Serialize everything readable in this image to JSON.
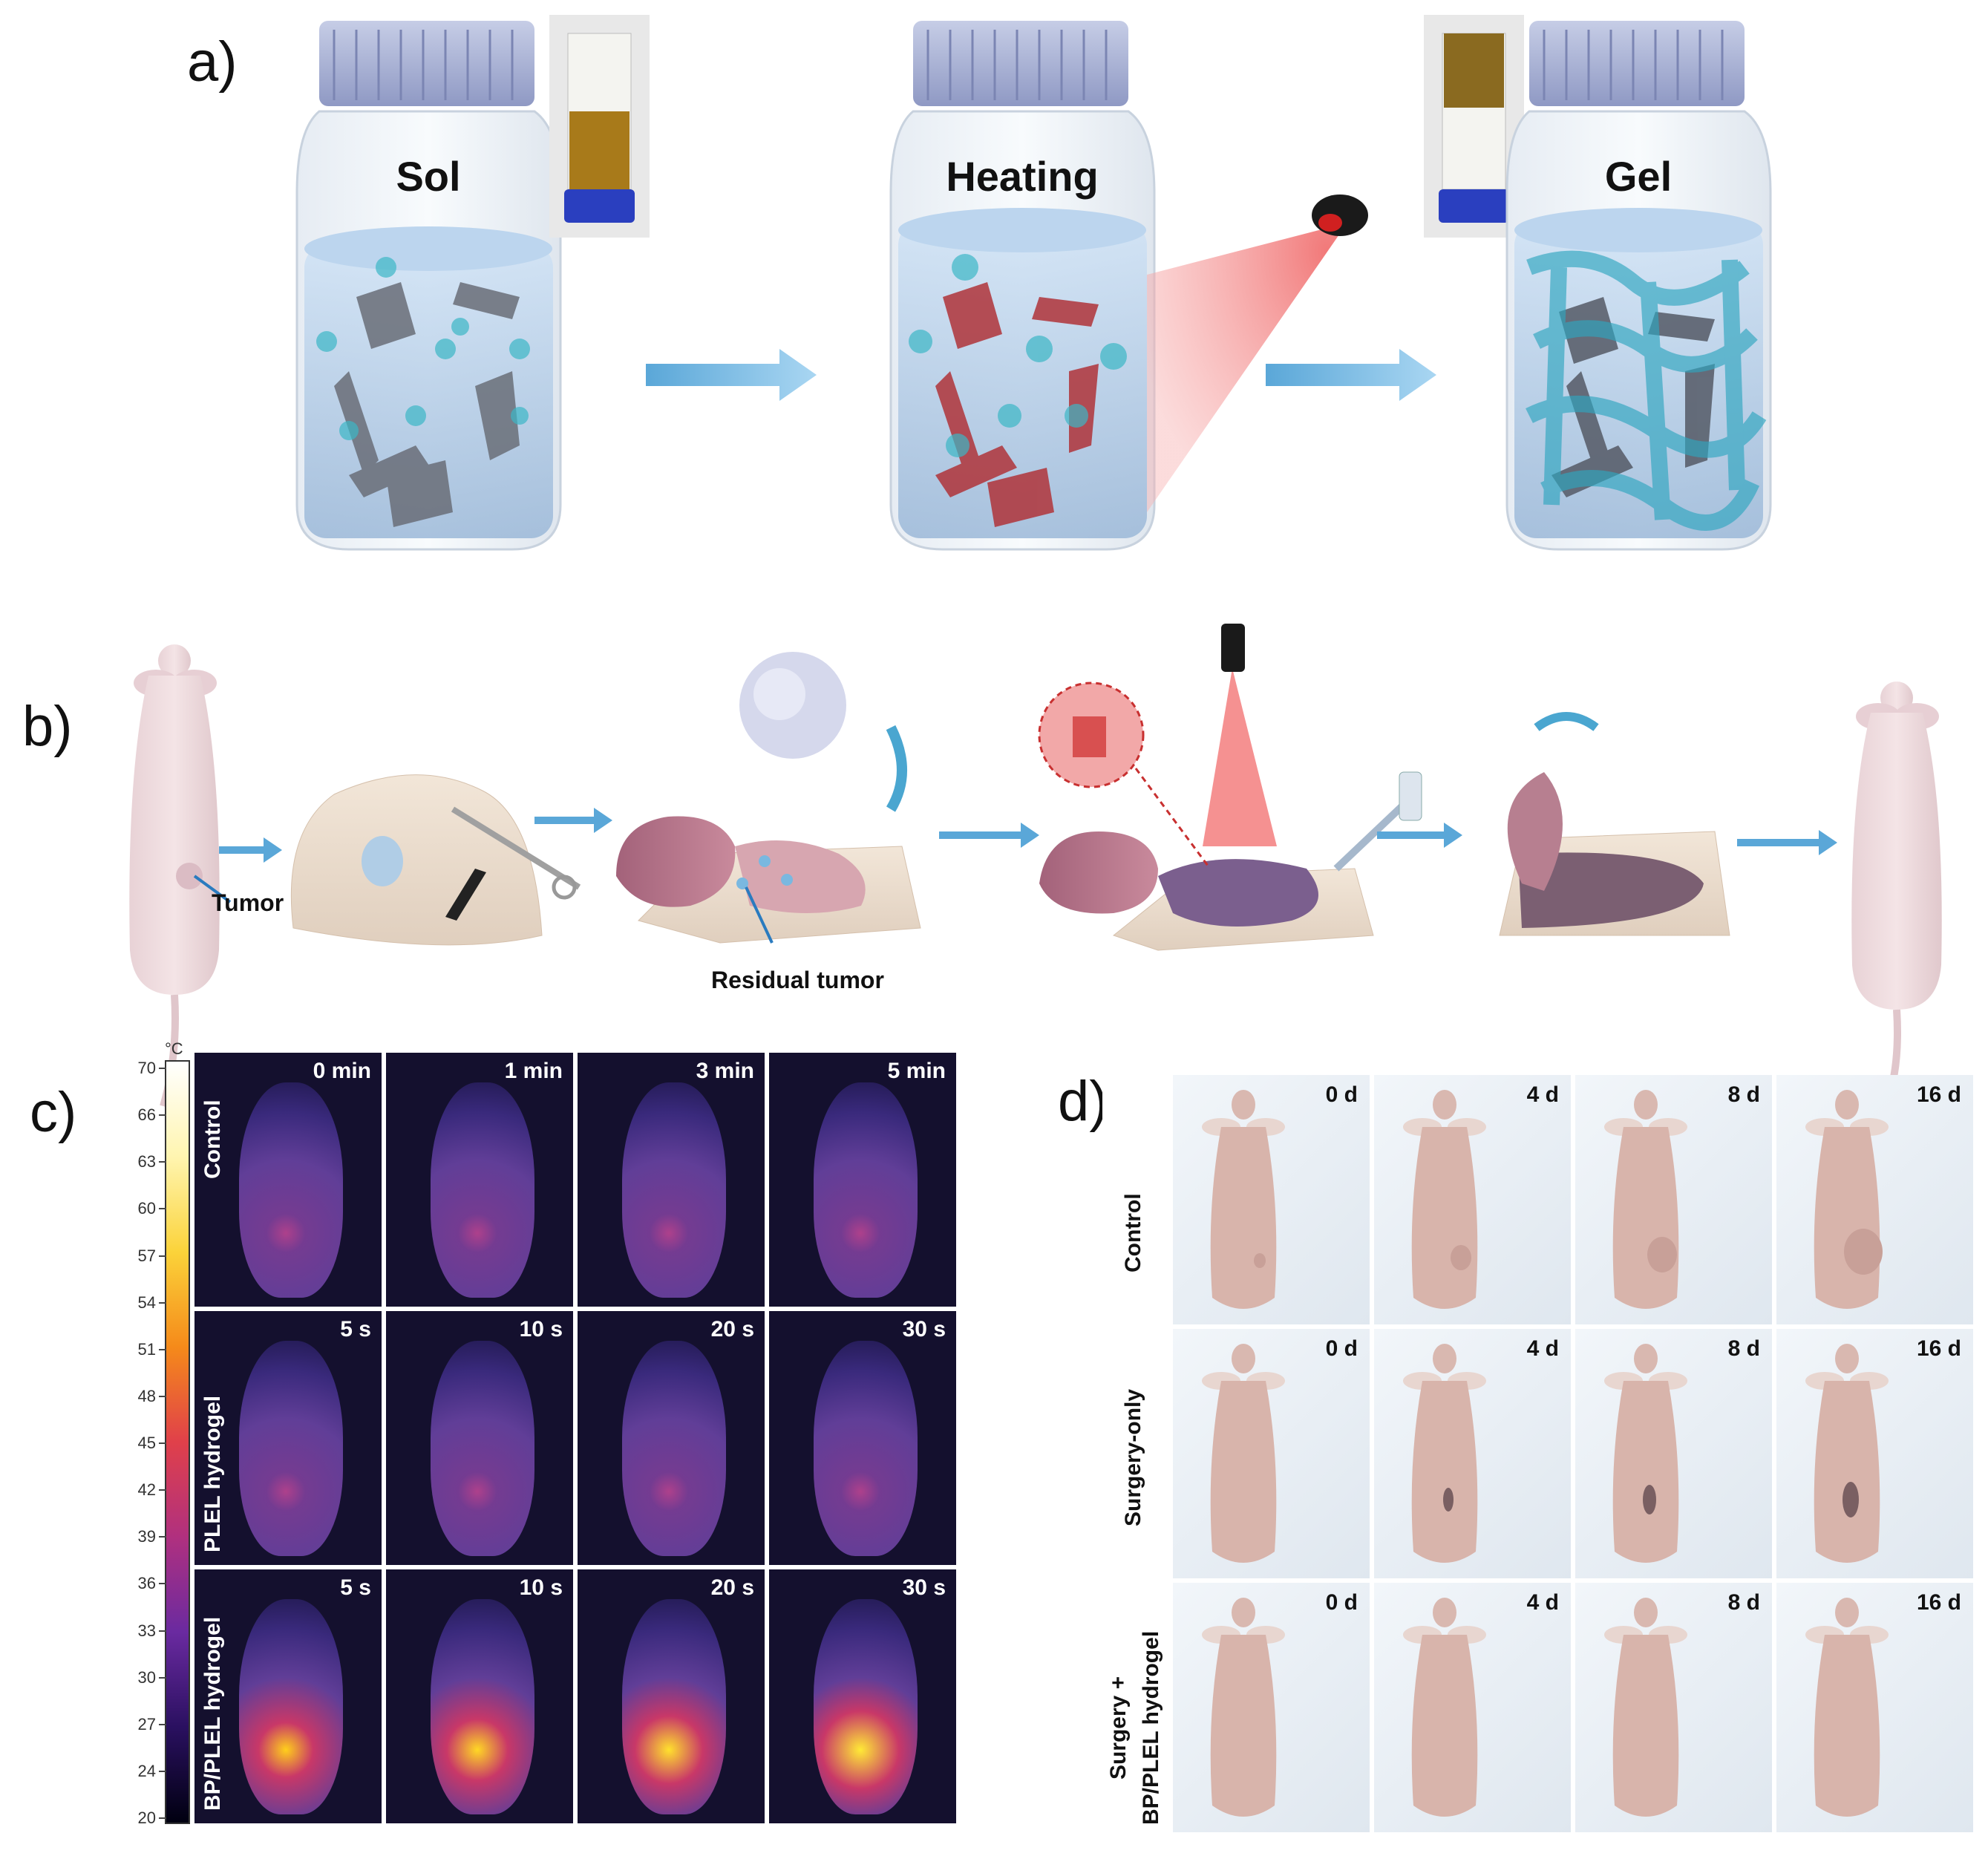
{
  "panel_a": {
    "letter": "a)",
    "jars": [
      {
        "label": "Sol"
      },
      {
        "label": "Heating"
      },
      {
        "label": "Gel"
      }
    ]
  },
  "panel_b": {
    "letter": "b)",
    "tumor_label": "Tumor",
    "residual_label": "Residual tumor"
  },
  "panel_c": {
    "letter": "c)",
    "colorbar": {
      "unit": "°C",
      "ticks": [
        "70",
        "66",
        "63",
        "60",
        "57",
        "54",
        "51",
        "48",
        "45",
        "42",
        "39",
        "36",
        "33",
        "30",
        "27",
        "24",
        "20"
      ],
      "colors": [
        "#000010",
        "#2a1060",
        "#6a2aa0",
        "#b0307f",
        "#e0404a",
        "#f58a1a",
        "#fbd33a",
        "#fff5b0",
        "#ffffff"
      ]
    },
    "rows": [
      {
        "label": "Control",
        "times": [
          "0 min",
          "1 min",
          "3 min",
          "5 min"
        ],
        "hot": [
          0.1,
          0.12,
          0.14,
          0.16
        ]
      },
      {
        "label": "PLEL hydrogel",
        "times": [
          "5 s",
          "10 s",
          "20 s",
          "30 s"
        ],
        "hot": [
          0.14,
          0.14,
          0.15,
          0.16
        ]
      },
      {
        "label": "BP/PLEL hydrogel",
        "times": [
          "5 s",
          "10 s",
          "20 s",
          "30 s"
        ],
        "hot": [
          0.45,
          0.6,
          0.75,
          0.9
        ]
      }
    ]
  },
  "panel_d": {
    "letter": "d)",
    "rows": [
      {
        "label_line1": "Control",
        "label_line2": "",
        "days": [
          "0 d",
          "4 d",
          "8 d",
          "16 d"
        ]
      },
      {
        "label_line1": "Surgery-only",
        "label_line2": "",
        "days": [
          "0 d",
          "4 d",
          "8 d",
          "16 d"
        ]
      },
      {
        "label_line1": "Surgery +",
        "label_line2": "BP/PLEL hydrogel",
        "days": [
          "0 d",
          "4 d",
          "8 d",
          "16 d"
        ]
      }
    ]
  }
}
